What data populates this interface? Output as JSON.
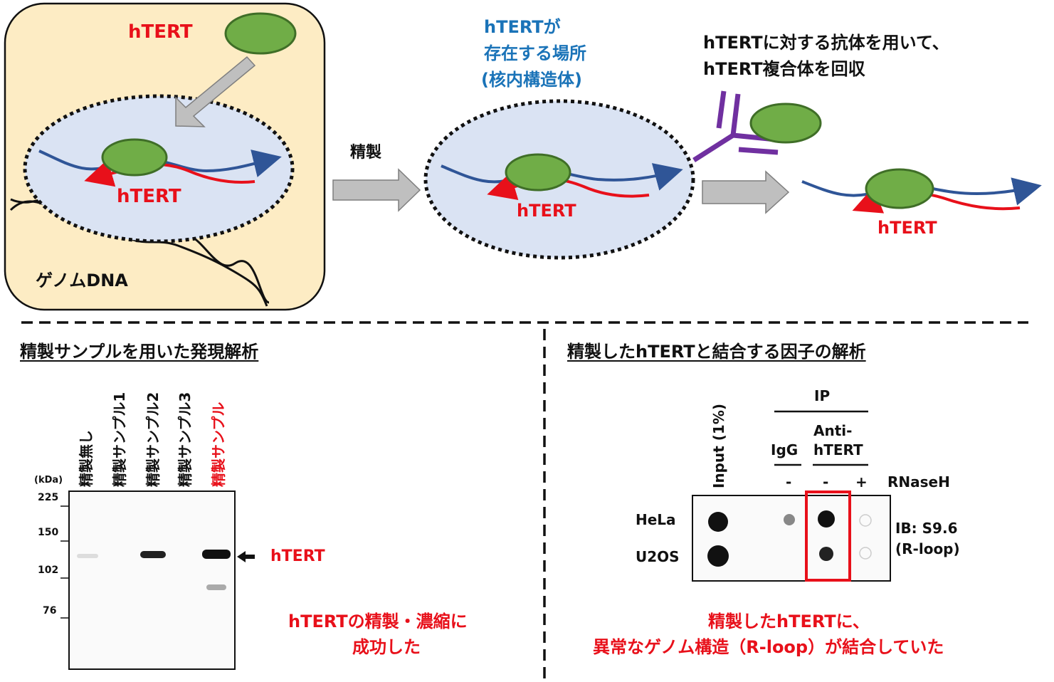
{
  "top_panel": {
    "cell": {
      "htert_label": "hTERT",
      "complex_label": "hTERT",
      "genome_label": "ゲノムDNA"
    },
    "purify_label": "精製",
    "nuclear_body": {
      "title_line1": "hTERTが",
      "title_line2": "存在する場所",
      "title_line3": "(核内構造体)",
      "complex_label": "hTERT"
    },
    "antibody": {
      "title_line1": "hTERTに対する抗体を用いて、",
      "title_line2": "hTERT複合体を回収",
      "complex_label": "hTERT"
    }
  },
  "expression_panel": {
    "title": "精製サンプルを用いた発現解析",
    "lanes": [
      "精製無し",
      "精製サンプル1",
      "精製サンプル2",
      "精製サンプル3",
      "精製サンプル"
    ],
    "kda_label": "(kDa)",
    "markers": [
      "225",
      "150",
      "102",
      "76"
    ],
    "band_label": "hTERT",
    "conclusion_line1": "hTERTの精製・濃縮に",
    "conclusion_line2": "成功した"
  },
  "binding_panel": {
    "title": "精製したhTERTと結合する因子の解析",
    "input_label": "Input (1%)",
    "ip_label": "IP",
    "igg_label": "IgG",
    "anti_line1": "Anti-",
    "anti_line2": "hTERT",
    "rnaseh_signs": [
      "-",
      "-",
      "+"
    ],
    "rnaseh_label": "RNaseH",
    "rows": [
      "HeLa",
      "U2OS"
    ],
    "ib_line1": "IB: S9.6",
    "ib_line2": "(R-loop)",
    "conclusion_line1": "精製したhTERTに、",
    "conclusion_line2": "異常なゲノム構造（R-loop）が結合していた"
  },
  "colors": {
    "accent_red": "#e8101a",
    "accent_blue": "#1a73b8",
    "cell_fill": "#fdecc4",
    "nucleus_fill": "#dae3f3",
    "protein_green": "#70ad47",
    "dna_blue": "#2f5597",
    "antibody_purple": "#7030a0",
    "arrow_gray": "#bfbfbf"
  }
}
